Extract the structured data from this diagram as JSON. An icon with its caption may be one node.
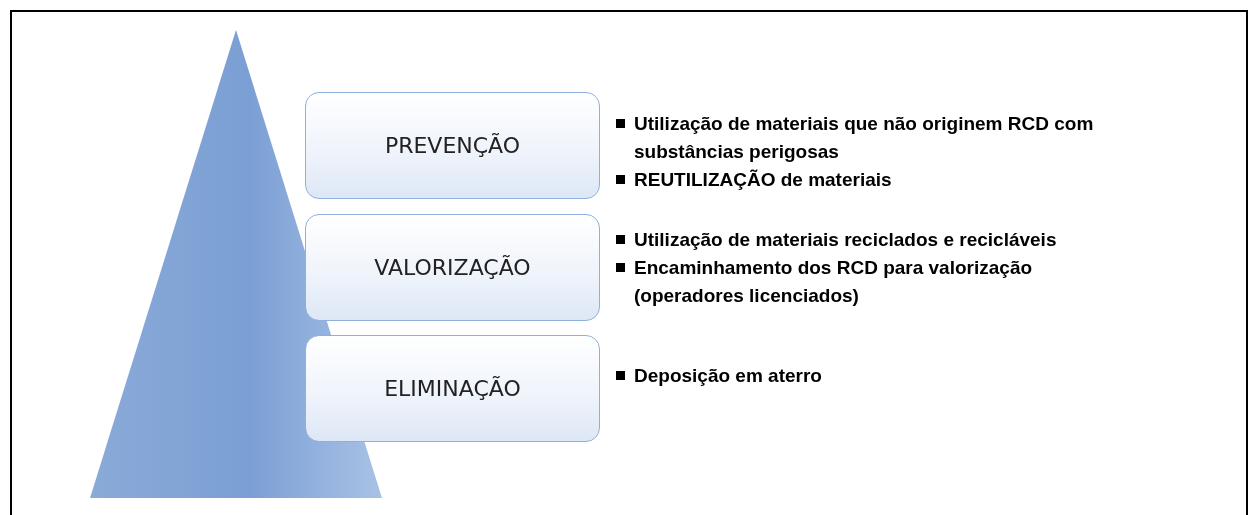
{
  "diagram": {
    "nodes": [
      {
        "text": [],
        "shape": "triangle"
      },
      {
        "text": [
          "PREVENÇÃO"
        ],
        "beside": [
          "Utilização de materiais que não originem RCD com substâncias perigosas",
          "REUTILIZAÇÃO de materiais"
        ]
      },
      {
        "text": [
          "VALORIZAÇÃO"
        ],
        "beside": [
          "Utilização de materiais reciclados e recicláveis",
          "Encaminhamento dos RCD para valorização (operadores licenciados)"
        ]
      },
      {
        "text": [
          "ELIMINAÇÃO"
        ],
        "beside": [
          "Deposição em aterro"
        ]
      }
    ],
    "edges": []
  }
}
